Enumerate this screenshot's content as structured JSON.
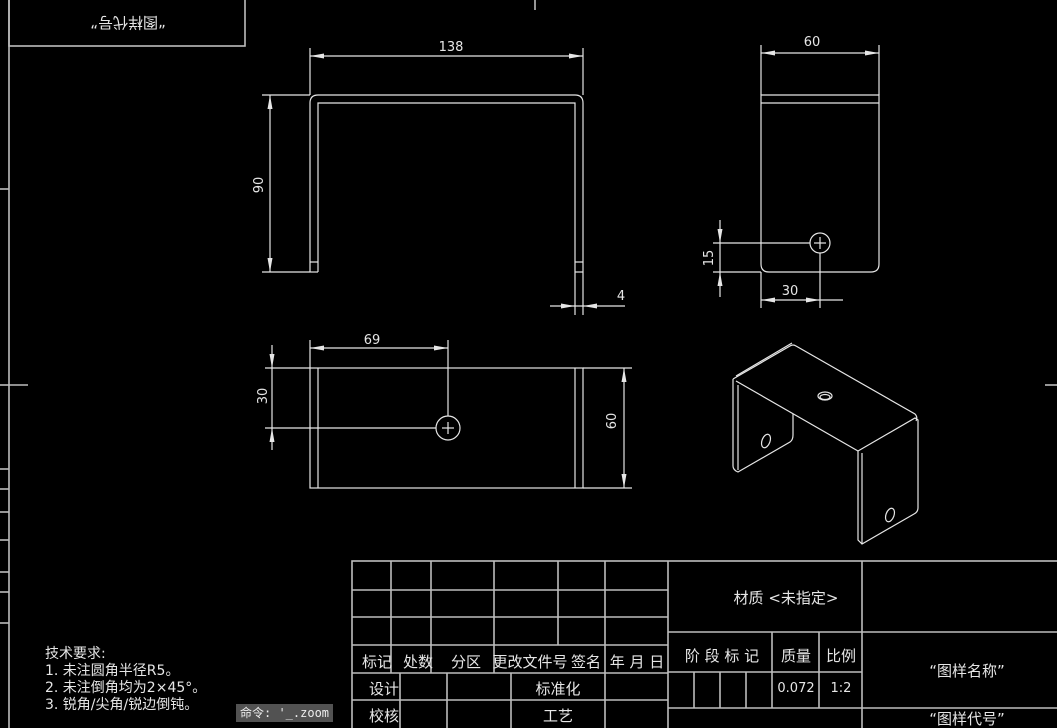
{
  "drawing": {
    "top_left_label": "“图样代号”",
    "dimensions": {
      "front_width": "138",
      "front_height": "90",
      "thickness": "4",
      "side_width": "60",
      "side_hole_height": "15",
      "side_hole_offset": "30",
      "top_hole_offset": "69",
      "top_hole_y": "30",
      "top_depth": "60"
    },
    "tech_requirements": {
      "title": "技术要求:",
      "items": [
        "1. 未注圆角半径R5。",
        "2. 未注倒角均为2×45°。",
        "3. 锐角/尖角/锐边倒钝。"
      ]
    }
  },
  "title_block": {
    "headers": [
      "标记",
      "处数",
      "分区",
      "更改文件号",
      "签名",
      "年 月 日"
    ],
    "design": "设计",
    "standardization": "标准化",
    "review": "校核",
    "process": "工艺",
    "material": "材质 <未指定>",
    "stage_mark": "阶 段 标 记",
    "mass_label": "质量",
    "scale_label": "比例",
    "mass_value": "0.072",
    "scale_value": "1:2",
    "drawing_name": "“图样名称”",
    "drawing_code": "“图样代号”"
  },
  "command_line": "命令: '_.zoom"
}
